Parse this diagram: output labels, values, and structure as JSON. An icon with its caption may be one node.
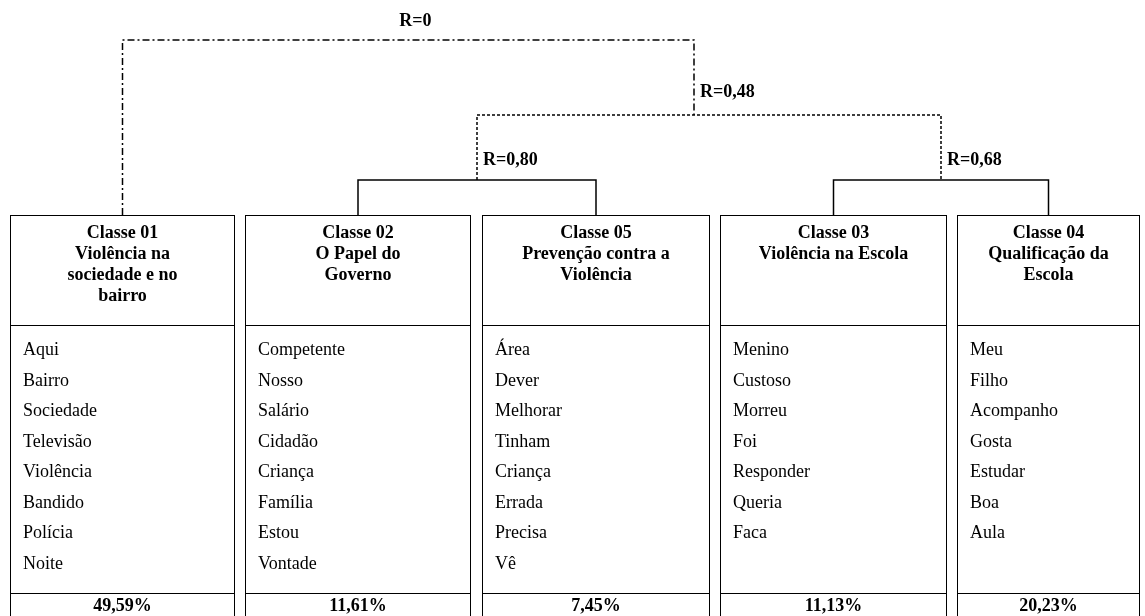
{
  "diagram": {
    "nodes": [
      {
        "text": [
          "Classe 01",
          "Violência na sociedade e no bairro",
          "Aqui",
          "Bairro",
          "Sociedade",
          "Televisão",
          "Violência",
          "Bandido",
          "Polícia",
          "Noite",
          "49,59%"
        ]
      },
      {
        "text": [
          "Classe 02",
          "O Papel do Governo",
          "Competente",
          "Nosso",
          "Salário",
          "Cidadão",
          "Criança",
          "Família",
          "Estou",
          "Vontade",
          "11,61%"
        ]
      },
      {
        "text": [
          "Classe 05",
          "Prevenção contra a Violência",
          "Área",
          "Dever",
          "Melhorar",
          "Tinham",
          "Criança",
          "Errada",
          "Precisa",
          "Vê",
          "7,45%"
        ]
      },
      {
        "text": [
          "Classe 03",
          "Violência na Escola",
          "Menino",
          "Custoso",
          "Morreu",
          "Foi",
          "Responder",
          "Queria",
          "Faca",
          "11,13%"
        ]
      },
      {
        "text": [
          "Classe 04",
          "Qualificação da Escola",
          "Meu",
          "Filho",
          "Acompanho",
          "Gosta",
          "Estudar",
          "Boa",
          "Aula",
          "20,23%"
        ]
      }
    ],
    "edges": [
      {
        "from": 1,
        "to": 2,
        "arrow": "none",
        "label": "R=0,80"
      },
      {
        "from": 3,
        "to": 4,
        "arrow": "none",
        "label": "R=0,68"
      },
      {
        "from": 0,
        "to": null,
        "arrow": "none",
        "label": "R=0",
        "style": "dashed"
      }
    ],
    "labels": [
      "R=0,48"
    ]
  }
}
